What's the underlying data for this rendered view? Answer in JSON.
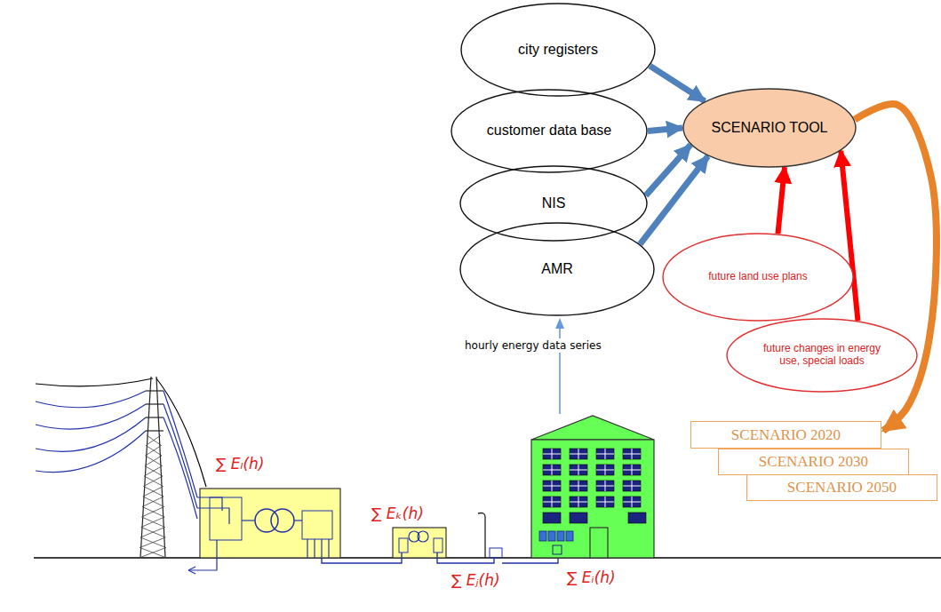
{
  "diagram": {
    "nodes": [
      {
        "text": [
          "city registers"
        ]
      },
      {
        "text": [
          "customer data base"
        ]
      },
      {
        "text": [
          "NIS"
        ]
      },
      {
        "text": [
          "AMR"
        ]
      },
      {
        "text": [
          "SCENARIO TOOL"
        ]
      },
      {
        "text": [
          "future land use plans"
        ]
      },
      {
        "text": [
          "future changes in energy use, special loads"
        ]
      },
      {
        "text": [
          "SCENARIO 2020"
        ]
      },
      {
        "text": [
          "SCENARIO 2030"
        ]
      },
      {
        "text": [
          "SCENARIO 2050"
        ]
      }
    ],
    "edges": [
      {
        "from": 0,
        "to": 4,
        "arrow": "to"
      },
      {
        "from": 1,
        "to": 4,
        "arrow": "to"
      },
      {
        "from": 2,
        "to": 4,
        "arrow": "to"
      },
      {
        "from": 3,
        "to": 4,
        "arrow": "to"
      },
      {
        "from": 5,
        "to": 4,
        "arrow": "to"
      },
      {
        "from": 6,
        "to": 4,
        "arrow": "to"
      },
      {
        "from": 4,
        "to": 7,
        "arrow": "to"
      }
    ],
    "labels": [
      "hourly energy data series",
      "∑ Eₗ(h)",
      "∑ Eₖ(h)",
      "∑ Eⱼ(h)",
      "∑ Eᵢ(h)"
    ]
  }
}
